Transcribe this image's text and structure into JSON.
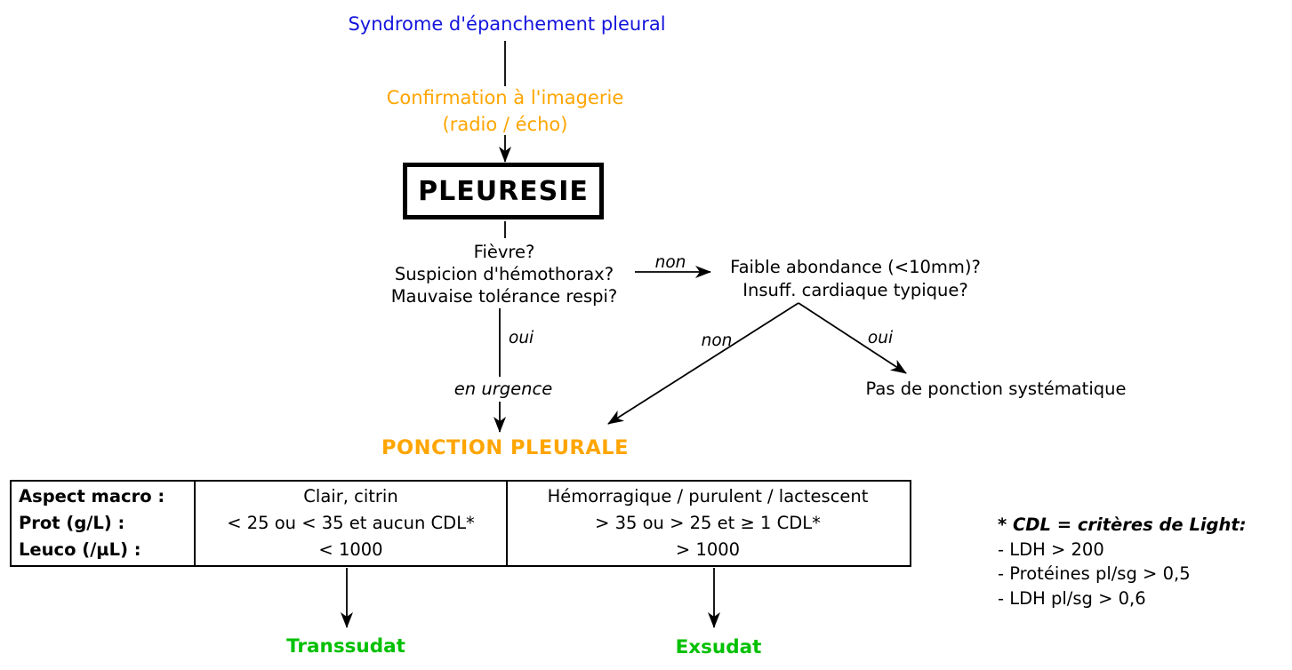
{
  "colors": {
    "title_blue": "#1414dd",
    "accent_orange": "#ffa500",
    "outcome_green": "#00c000",
    "line_black": "#000000"
  },
  "flow": {
    "title": "Syndrome d'épanchement pleural",
    "confirmation_line1": "Confirmation à l'imagerie",
    "confirmation_line2": "(radio / écho)",
    "pleuresie_label": "PLEURESIE",
    "urgency_questions": [
      "Fièvre?",
      "Suspicion d'hémothorax?",
      "Mauvaise tolérance respi?"
    ],
    "branch_non_1": "non",
    "right_questions": [
      "Faible abondance (<10mm)?",
      "Insuff. cardiaque typique?"
    ],
    "branch_oui_1": "oui",
    "en_urgence": "en urgence",
    "branch_non_2": "non",
    "branch_oui_2": "oui",
    "no_ponction": "Pas de ponction systématique",
    "ponction_label": "PONCTION PLEURALE"
  },
  "table": {
    "row_labels": [
      "Aspect macro :",
      "Prot (g/L) :",
      "Leuco (/µL) :"
    ],
    "transsudat_col": [
      "Clair, citrin",
      "< 25 ou < 35 et aucun CDL*",
      "< 1000"
    ],
    "exsudat_col": [
      "Hémorragique / purulent / lactescent",
      "> 35 ou > 25 et ≥ 1 CDL*",
      "> 1000"
    ]
  },
  "outcomes": {
    "left": "Transsudat",
    "right": "Exsudat"
  },
  "legend": {
    "title": "* CDL = critères de Light:",
    "items": [
      "- LDH > 200",
      "- Protéines pl/sg > 0,5",
      "- LDH pl/sg > 0,6"
    ]
  }
}
